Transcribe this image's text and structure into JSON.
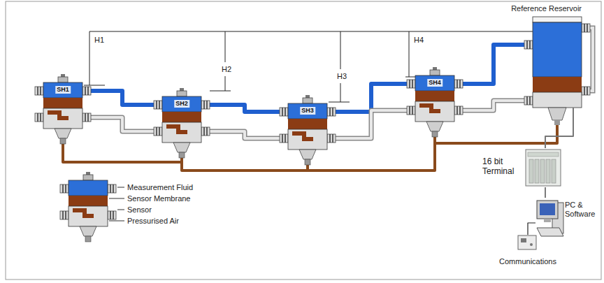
{
  "diagram": {
    "nodes": [
      {
        "text": [
          "SH1"
        ]
      },
      {
        "text": [
          "SH2"
        ]
      },
      {
        "text": [
          "SH3"
        ]
      },
      {
        "text": [
          "SH4"
        ]
      },
      {
        "text": [
          "Reference Reservoir"
        ]
      },
      {
        "text": [
          "16 bit Terminal"
        ]
      },
      {
        "text": [
          "PC & Software"
        ]
      },
      {
        "text": [
          "Communications"
        ]
      }
    ],
    "edges": [
      {
        "from": 0,
        "to": 1,
        "arrow": "none"
      },
      {
        "from": 1,
        "to": 2,
        "arrow": "none"
      },
      {
        "from": 2,
        "to": 3,
        "arrow": "none"
      },
      {
        "from": 3,
        "to": 4,
        "arrow": "none"
      },
      {
        "from": 0,
        "to": 1,
        "arrow": "none"
      },
      {
        "from": 1,
        "to": 2,
        "arrow": "none"
      },
      {
        "from": 2,
        "to": 3,
        "arrow": "none"
      },
      {
        "from": 3,
        "to": 4,
        "arrow": "none"
      },
      {
        "from": 0,
        "to": 1,
        "arrow": "none"
      },
      {
        "from": 1,
        "to": 2,
        "arrow": "none"
      },
      {
        "from": 2,
        "to": 3,
        "arrow": "none"
      },
      {
        "from": 3,
        "to": 4,
        "arrow": "none"
      },
      {
        "from": 4,
        "to": 5,
        "arrow": "none"
      },
      {
        "from": 5,
        "to": 6,
        "arrow": "none"
      },
      {
        "from": 6,
        "to": 7,
        "arrow": "none"
      }
    ],
    "labels": [
      "H1",
      "H2",
      "H3",
      "H4",
      "Measurement Fluid",
      "Sensor Membrane",
      "Sensor",
      "Pressurised Air"
    ]
  }
}
